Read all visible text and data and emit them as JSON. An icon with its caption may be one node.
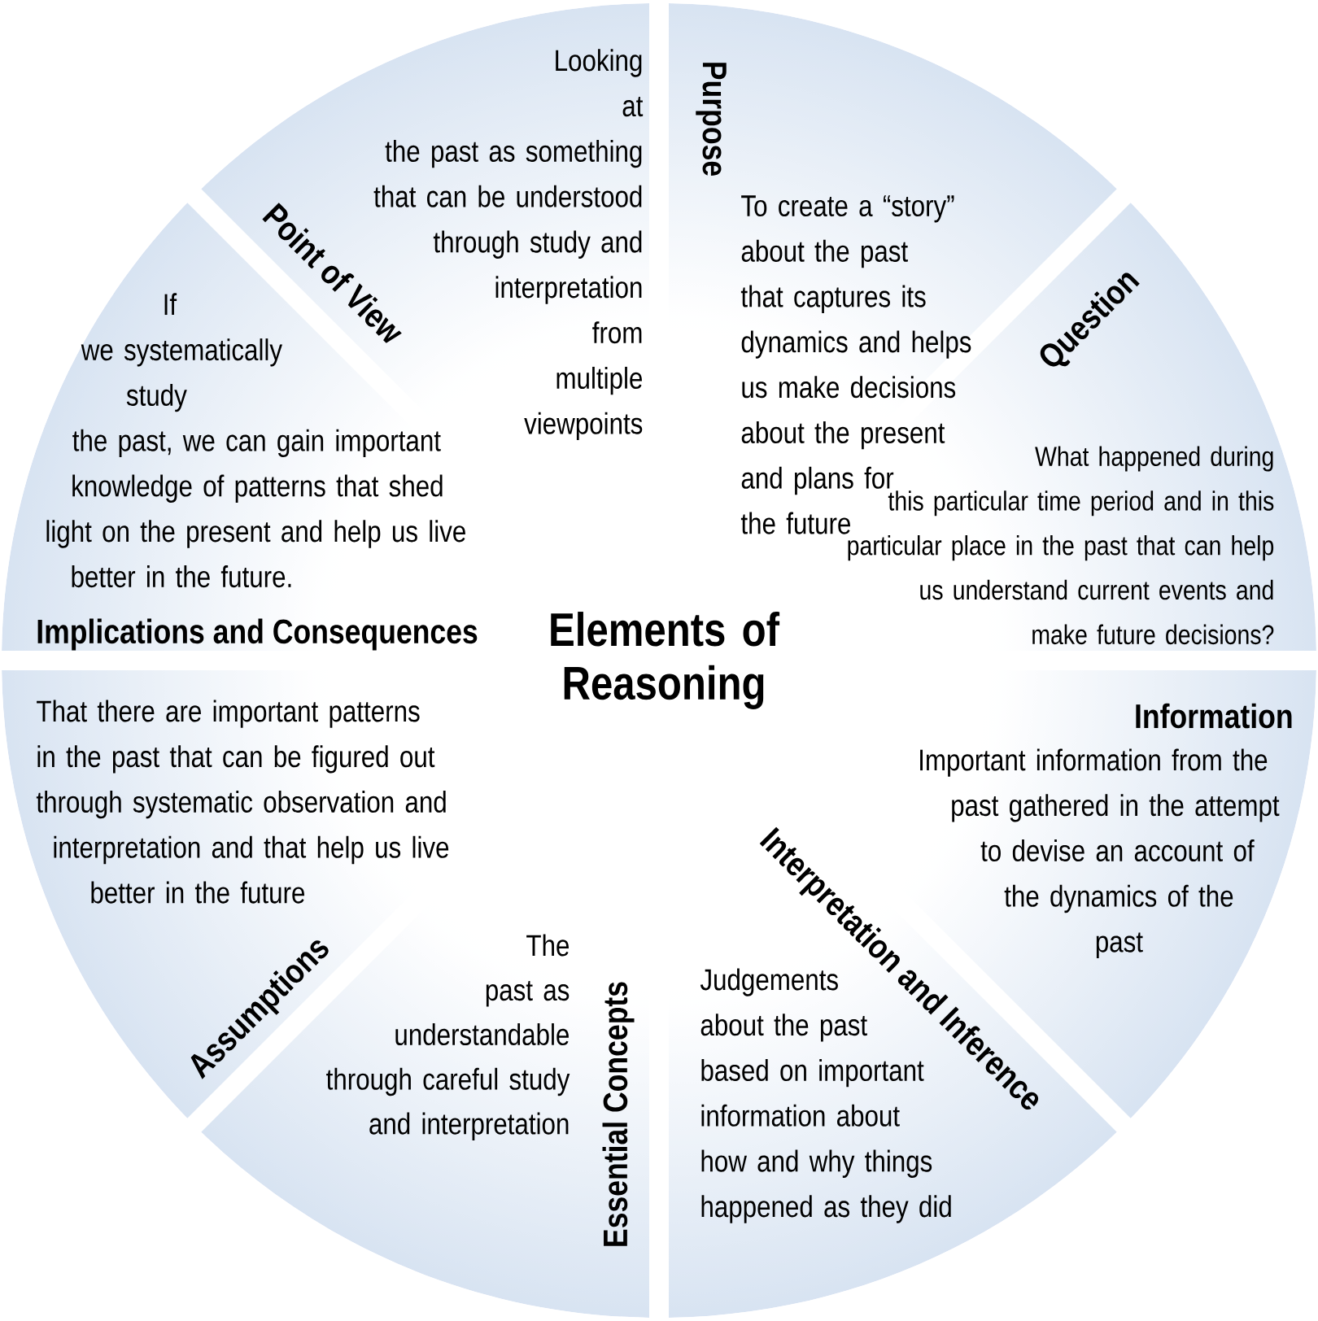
{
  "diagram": {
    "nodes": [
      {
        "text": [
          "Elements of Reasoning"
        ]
      },
      {
        "text": [
          "Purpose",
          "To create a “story” about the past that captures its dynamics and helps us make decisions about the present and plans for the future"
        ]
      },
      {
        "text": [
          "Question",
          "What happened during this particular time period and in this particular place in the past that can help us understand current events and make future decisions?"
        ]
      },
      {
        "text": [
          "Information",
          "Important information from the past gathered in the attempt to devise an account of the dynamics of the past"
        ]
      },
      {
        "text": [
          "Interpretation and Inference",
          "Judgements about the past based on important information about how and why things happened as they did"
        ]
      },
      {
        "text": [
          "Essential Concepts",
          "The past as understandable through careful study and interpretation"
        ]
      },
      {
        "text": [
          "That there are important patterns in the past that can be figured out through systematic observation and interpretation and that help us live better in the future",
          "Assumptions"
        ]
      },
      {
        "text": [
          "If we systematically study the past, we can gain important knowledge of patterns that shed light on the present and help us live better in the future.",
          "Implications and Consequences"
        ]
      },
      {
        "text": [
          "Point of View",
          "Looking at the past as something that can be understood through study and interpretation from multiple viewpoints"
        ]
      }
    ]
  }
}
